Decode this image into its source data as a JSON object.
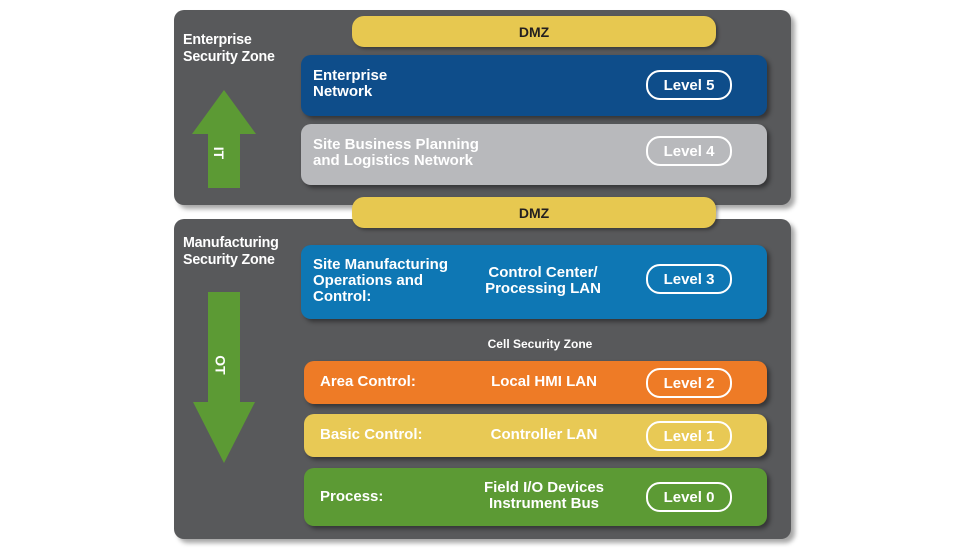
{
  "zones": {
    "enterprise": {
      "title": "Enterprise\nSecurity Zone"
    },
    "manufacturing": {
      "title": "Manufacturing\nSecurity Zone"
    },
    "cell": {
      "title": "Cell Security Zone"
    }
  },
  "dmz": {
    "top": "DMZ",
    "bottom": "DMZ"
  },
  "arrows": {
    "it": "IT",
    "ot": "OT"
  },
  "levels": [
    {
      "level": "Level 5",
      "label": "Enterprise\nNetwork",
      "sublabel": "",
      "color": "#0e4d8a"
    },
    {
      "level": "Level 4",
      "label": "Site Business Planning\nand Logistics Network",
      "sublabel": "",
      "color": "#b8b9bc"
    },
    {
      "level": "Level 3",
      "label": "Site Manufacturing\nOperations and\nControl:",
      "sublabel": "Control Center/\nProcessing LAN",
      "color": "#0e77b4"
    },
    {
      "level": "Level 2",
      "label": "Area Control:",
      "sublabel": "Local HMI LAN",
      "color": "#ee7b26"
    },
    {
      "level": "Level 1",
      "label": "Basic Control:",
      "sublabel": "Controller LAN",
      "color": "#e8c955"
    },
    {
      "level": "Level 0",
      "label": "Process:",
      "sublabel": "Field I/O Devices\nInstrument Bus",
      "color": "#5c9a34"
    }
  ],
  "colors": {
    "zone_background": "#58595b",
    "dmz": "#e7c850",
    "arrow_green": "#5c9a34"
  }
}
